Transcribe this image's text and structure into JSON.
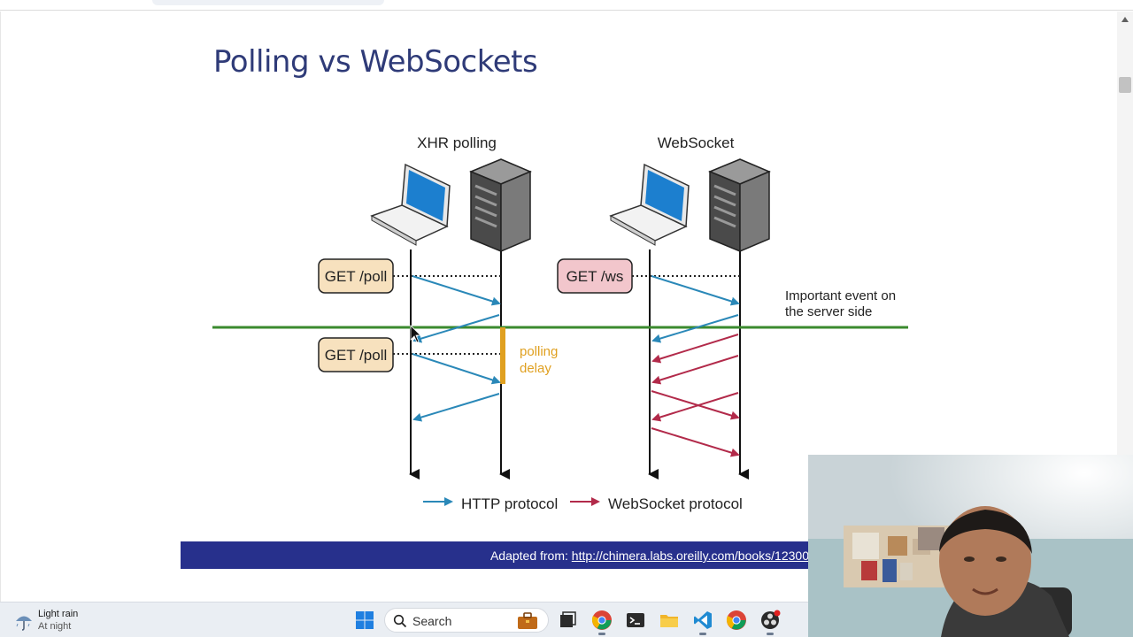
{
  "slide": {
    "title": "Polling vs WebSockets",
    "footer_prefix": "Adapted from: ",
    "footer_link": "http://chimera.labs.oreilly.com/books/12300"
  },
  "diagram": {
    "left_heading": "XHR polling",
    "right_heading": "WebSocket",
    "left_request_1": "GET /poll",
    "left_request_2": "GET /poll",
    "right_request": "GET /ws",
    "delay_line1": "polling",
    "delay_line2": "delay",
    "event_line1": "Important event on",
    "event_line2": "the server side",
    "legend_http": "HTTP protocol",
    "legend_ws": "WebSocket protocol",
    "colors": {
      "http_arrow": "#2a88b8",
      "ws_arrow": "#b22a4a",
      "event_line": "#3b8a2e",
      "delay_bar": "#e0a020",
      "get_poll_fill": "#f7e1be",
      "get_ws_fill": "#f2c6cc"
    }
  },
  "taskbar": {
    "weather_line1": "Light rain",
    "weather_line2": "At night",
    "search_label": "Search",
    "icons": [
      "windows-start-icon",
      "search-icon",
      "briefcase-icon",
      "task-view-icon",
      "chrome-icon",
      "terminal-icon",
      "file-explorer-icon",
      "vscode-icon",
      "chrome-icon",
      "obs-icon"
    ]
  }
}
